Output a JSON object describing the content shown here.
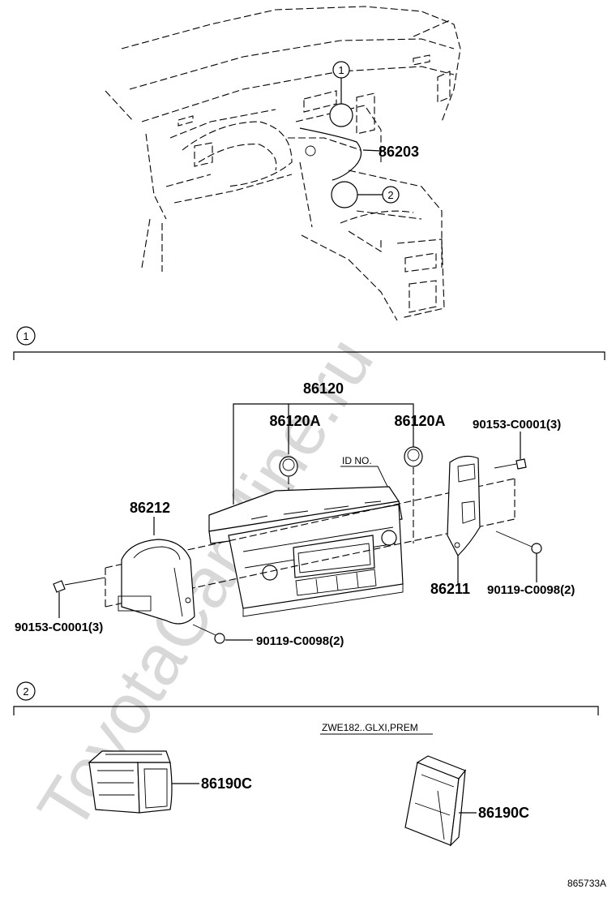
{
  "watermark": "ToyotaCarMine.ru",
  "section_markers": [
    {
      "number": "1"
    },
    {
      "number": "2"
    }
  ],
  "overview": {
    "callout_1": "1",
    "callout_2": "2",
    "part_86203": "86203"
  },
  "section1": {
    "assembly": "86120",
    "knob_left": "86120A",
    "knob_right": "86120A",
    "id_no": "ID NO.",
    "bolt_top_right": "90153-C0001(3)",
    "bracket_left": "86212",
    "bracket_right": "86211",
    "screw_right": "90119-C0098(2)",
    "bolt_left": "90153-C0001(3)",
    "screw_bottom": "90119-C0098(2)"
  },
  "section2": {
    "switch_left": "86190C",
    "variant_note": "ZWE182..GLXI,PREM",
    "switch_right": "86190C"
  },
  "figure_id": "865733A"
}
